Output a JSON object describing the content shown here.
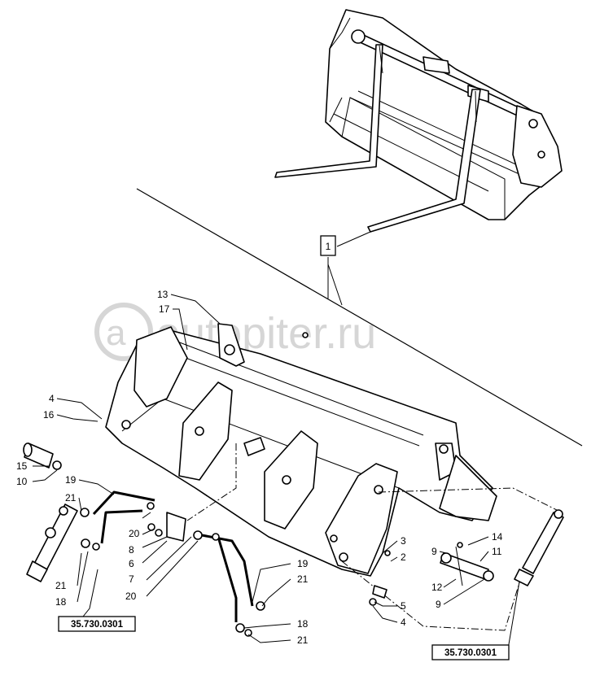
{
  "watermark": "autopiter.ru",
  "parts": {
    "p1": "1",
    "p13": "13",
    "p17": "17",
    "p4a": "4",
    "p16": "16",
    "p15": "15",
    "p10": "10",
    "p19a": "19",
    "p21a": "21",
    "p8": "8",
    "p20a": "20",
    "p6": "6",
    "p7": "7",
    "p21b": "21",
    "p18a": "18",
    "p20b": "20",
    "p19b": "19",
    "p21c": "21",
    "p18b": "18",
    "p21d": "21",
    "p3": "3",
    "p2": "2",
    "p5": "5",
    "p4b": "4",
    "p14": "14",
    "p11": "11",
    "p9a": "9",
    "p12": "12",
    "p9b": "9"
  },
  "references": {
    "left": "35.730.0301",
    "right": "35.730.0301"
  }
}
